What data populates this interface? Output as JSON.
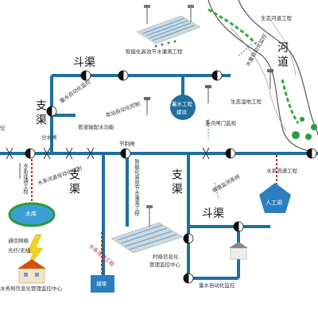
{
  "colors": {
    "canal": "#1f6f9f",
    "canal_dark": "#17557a",
    "accent_box": "#2a7fc1",
    "wire_red": "#c0392b",
    "green_dash": "#2fae3a",
    "river_edge": "#555555",
    "water": "#3a9fd6"
  },
  "labels": {
    "dou_qu_top": "斗渠",
    "zhi_qu_left": "支渠",
    "zhi_qu_mid": "支渠",
    "zhi_qu_right": "支渠",
    "dou_qu_right": "斗渠",
    "river": "河道",
    "ecology_river": "生态河道工程",
    "ecology_wetland": "生态湿地工程",
    "smart_drip_top": "智能化高效节水灌溉工程",
    "smart_drip_mid": "智能化高效节水灌溉工程",
    "water_measure_top": "量水自动化监控",
    "water_measure_right": "水量自动化监控",
    "water_measure_bottom": "量水自动化监控",
    "gate_auto_control": "泵站自动化控制",
    "pipeline_distribution": "管道输配水功能",
    "gate_monitor": "重点闸门监视",
    "diversion_gate": "分水闸",
    "check_gate": "节制闸",
    "reservoir_channel_auto": "水系河道自动化控制",
    "reservoir_link": "水系连通工程",
    "reservoir": "水库",
    "comm_network": "通信网络",
    "fiber_wireless": "光纤/无线",
    "bureau_center": "水务局信息化管理监控中心",
    "village_center_1": "村级信息化",
    "village_center_2": "管理监控中心",
    "flow_measure_system": "墒情监测系统",
    "water_flow_project": "水系流通工程",
    "artificial_lake": "人工湖",
    "pond": "塘堰",
    "storage_line1": "蓄水工程",
    "storage_line2": "建设",
    "water_link_bottom": "水系连通工程",
    "water_level": "位"
  }
}
